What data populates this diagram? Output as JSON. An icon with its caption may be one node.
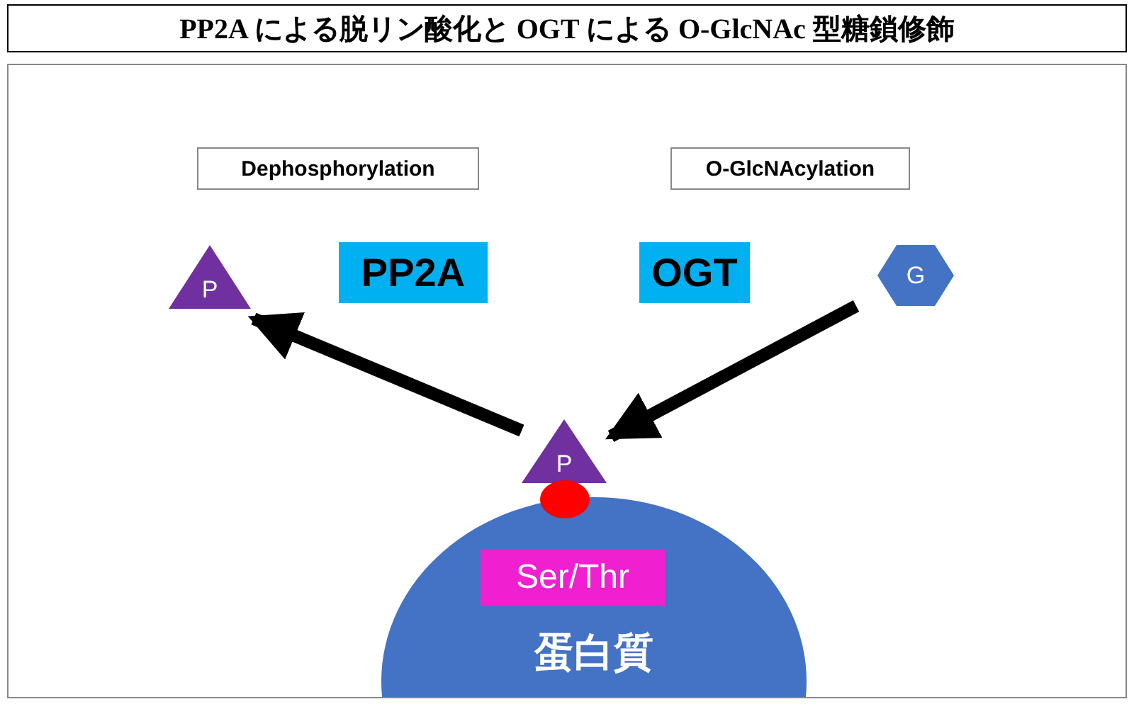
{
  "diagram": {
    "title": "PP2A による脱リン酸化と OGT による O-GlcNAc 型糖鎖修飾",
    "nodes": [
      {
        "text": [
          "Dephosphorylation"
        ]
      },
      {
        "text": [
          "O-GlcNAcylation"
        ]
      },
      {
        "text": [
          "PP2A"
        ]
      },
      {
        "text": [
          "OGT"
        ]
      },
      {
        "text": [
          "P"
        ]
      },
      {
        "text": [
          "G"
        ]
      },
      {
        "text": [
          "P"
        ]
      },
      {
        "text": [],
        "shape": "circle"
      },
      {
        "text": [
          "蛋白質"
        ]
      },
      {
        "text": [
          "Ser/Thr"
        ],
        "in": 8
      }
    ],
    "edges": [
      {
        "from": 6,
        "to": 4,
        "arrow": "to"
      },
      {
        "from": 5,
        "to": 6,
        "arrow": "to"
      }
    ]
  }
}
